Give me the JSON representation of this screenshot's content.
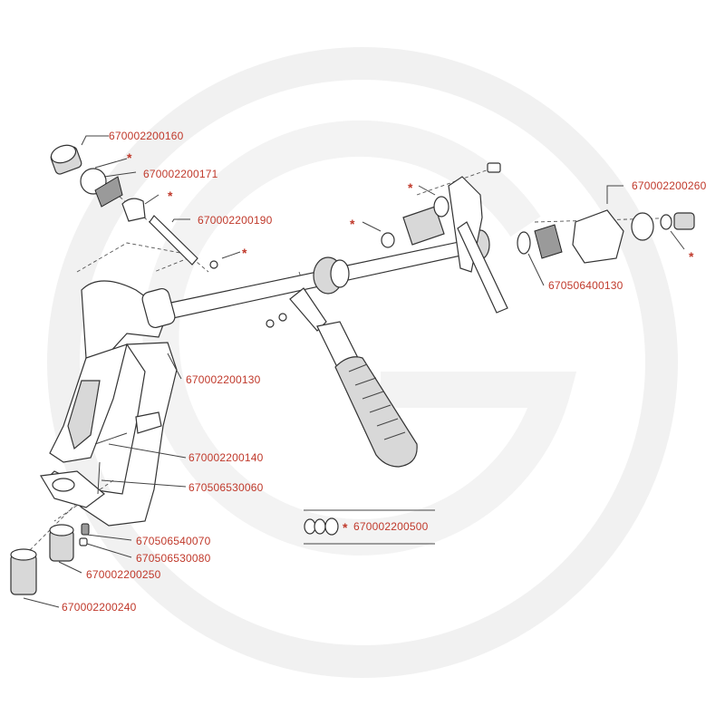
{
  "colors": {
    "label": "#c0392b",
    "line": "#333333",
    "watermark": "#f2f2f2"
  },
  "labels": {
    "l1": "670002200160",
    "l2": "670002200171",
    "l3": "670002200190",
    "l4": "670002200260",
    "l5": "670506400130",
    "l6": "670002200130",
    "l7": "670002200140",
    "l8": "670506530060",
    "l9": "670506540070",
    "l10": "670506530080",
    "l11": "670002200250",
    "l12": "670002200240",
    "kit": "670002200500"
  },
  "marker": "*"
}
